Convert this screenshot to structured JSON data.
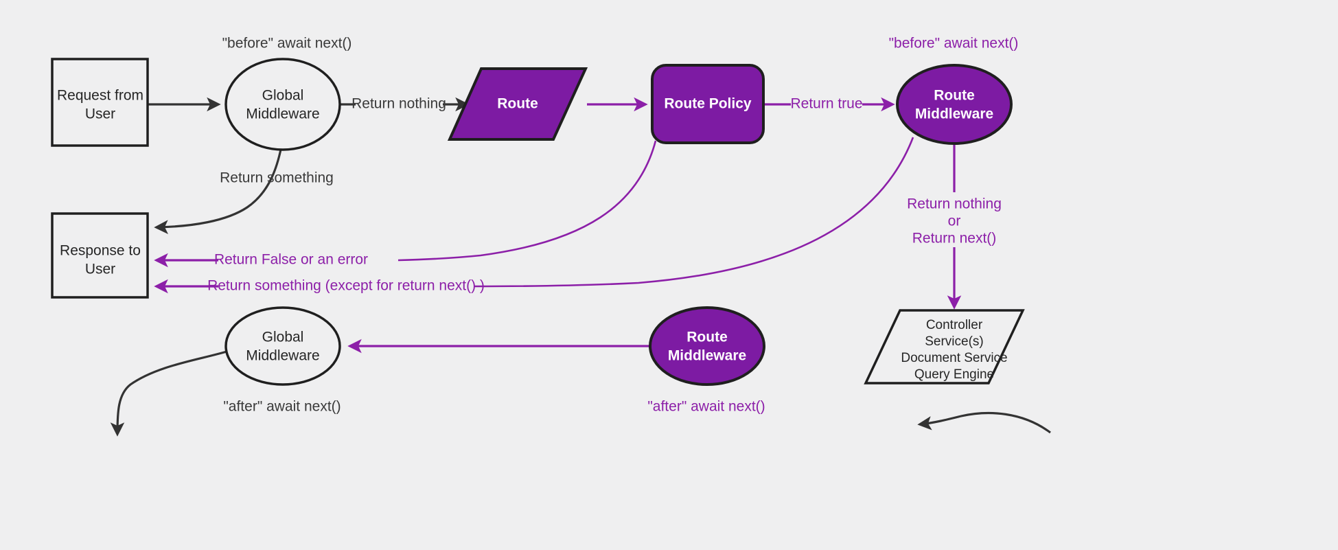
{
  "diagram": {
    "title": "Middleware request/response flow",
    "background_color": "#efeff0",
    "accent_purple": "#7d1ba3",
    "accent_purple_text": "#8c1fa8",
    "dark_stroke": "#1f1f1f"
  },
  "nodes": {
    "request_from_user": {
      "line1": "Request from",
      "line2": "User",
      "shape": "rectangle",
      "style": "plain"
    },
    "global_middleware_top": {
      "line1": "Global",
      "line2": "Middleware",
      "shape": "ellipse",
      "style": "plain"
    },
    "route": {
      "line1": "Route",
      "shape": "parallelogram",
      "style": "purple"
    },
    "route_policy": {
      "line1": "Route Policy",
      "shape": "rounded-rect",
      "style": "purple"
    },
    "route_middleware_top": {
      "line1": "Route",
      "line2": "Middleware",
      "shape": "ellipse",
      "style": "purple"
    },
    "response_to_user": {
      "line1": "Response to",
      "line2": "User",
      "shape": "rectangle",
      "style": "plain"
    },
    "global_middleware_bottom": {
      "line1": "Global",
      "line2": "Middleware",
      "shape": "ellipse",
      "style": "plain"
    },
    "route_middleware_bottom": {
      "line1": "Route",
      "line2": "Middleware",
      "shape": "ellipse",
      "style": "purple"
    },
    "controller": {
      "line1": "Controller",
      "line2": "Service(s)",
      "line3": "Document Service",
      "line4": "Query Engine",
      "shape": "parallelogram",
      "style": "plain"
    }
  },
  "annotations": {
    "before_await_next_dark": "\"before\" await next()",
    "before_await_next_purple": "\"before\" await next()",
    "after_await_next_dark": "\"after\" await next()",
    "after_await_next_purple": "\"after\" await next()"
  },
  "edge_labels": {
    "return_nothing": "Return nothing",
    "return_something": "Return something",
    "return_true": "Return true",
    "return_false_or_error": "Return False or an error",
    "return_something_except": "Return something (except for return next() )",
    "return_nothing_2": "Return nothing",
    "or": "or",
    "return_next": "Return next()"
  }
}
